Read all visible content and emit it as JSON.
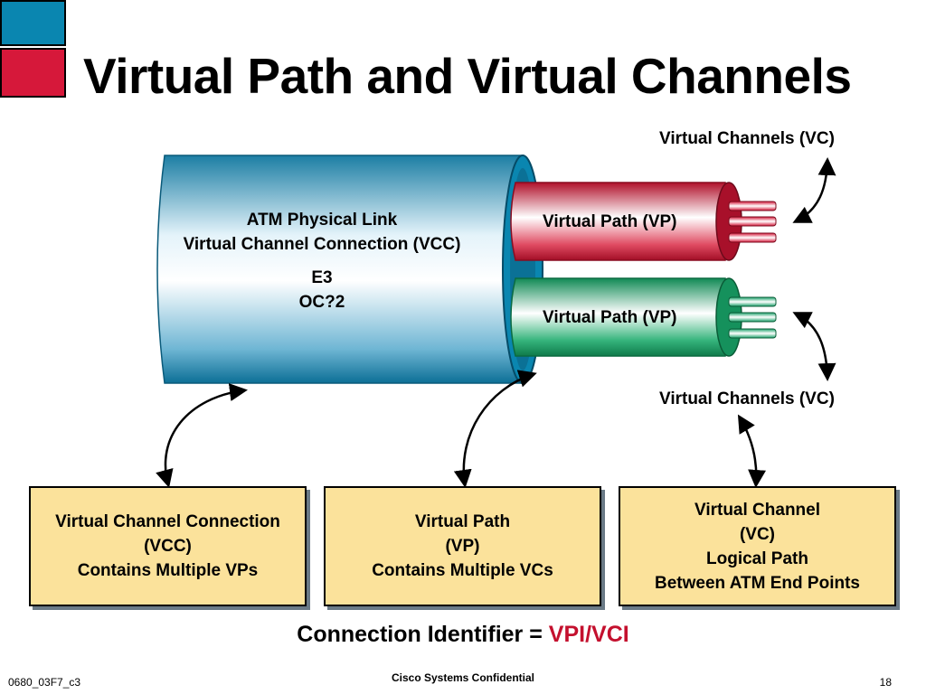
{
  "title": "Virtual Path and Virtual Channels",
  "diagram": {
    "vc_top_label": "Virtual Channels (VC)",
    "vc_bottom_label": "Virtual Channels (VC)",
    "physical_link": {
      "line1": "ATM Physical Link",
      "line2": "Virtual Channel Connection (VCC)",
      "line3": "E3",
      "line4": "OC?2"
    },
    "vp_red_label": "Virtual Path (VP)",
    "vp_green_label": "Virtual Path (VP)",
    "colors": {
      "blue": "#0a86b0",
      "red": "#d6183a",
      "green": "#1aa16a",
      "box": "#fbe29b",
      "accent": "#c4102e"
    }
  },
  "boxes": [
    {
      "line1": "Virtual Channel Connection",
      "line2": "(VCC)",
      "line3": "Contains Multiple VPs"
    },
    {
      "line1": "Virtual Path",
      "line2": "(VP)",
      "line3": "Contains Multiple VCs"
    },
    {
      "line1": "Virtual Channel",
      "line2": "(VC)",
      "line3": "Logical Path",
      "line4": "Between ATM End Points"
    }
  ],
  "connection_identifier": {
    "label": "Connection Identifier =",
    "value": "VPI/VCI"
  },
  "footer": {
    "left": "0680_03F7_c3",
    "center": "Cisco Systems Confidential",
    "right": "18"
  }
}
